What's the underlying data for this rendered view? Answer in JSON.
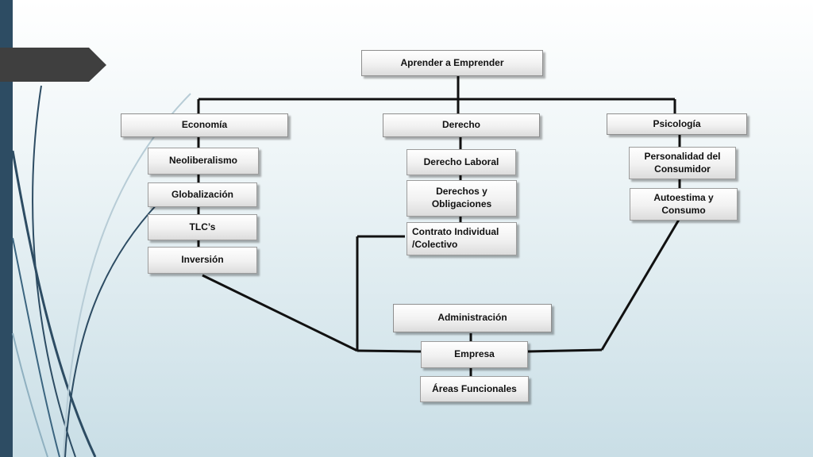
{
  "diagram": {
    "root": "Aprender a Emprender",
    "branches": [
      {
        "title": "Economía",
        "items": [
          "Neoliberalismo",
          "Globalización",
          "TLC’s",
          "Inversión"
        ]
      },
      {
        "title": "Derecho",
        "items": [
          "Derecho Laboral",
          "Derechos y Obligaciones",
          "Contrato Individual /Colectivo"
        ]
      },
      {
        "title": "Psicología",
        "items": [
          "Personalidad del Consumidor",
          "Autoestima y Consumo"
        ]
      }
    ],
    "bottom": {
      "title": "Administración",
      "items": [
        "Empresa",
        "Áreas Funcionales"
      ]
    }
  },
  "colors": {
    "sidebar": "#2d4c63",
    "arrow": "#3f3f3f",
    "connector": "#111111",
    "box_shadow_tab": "#9a9a9a"
  }
}
